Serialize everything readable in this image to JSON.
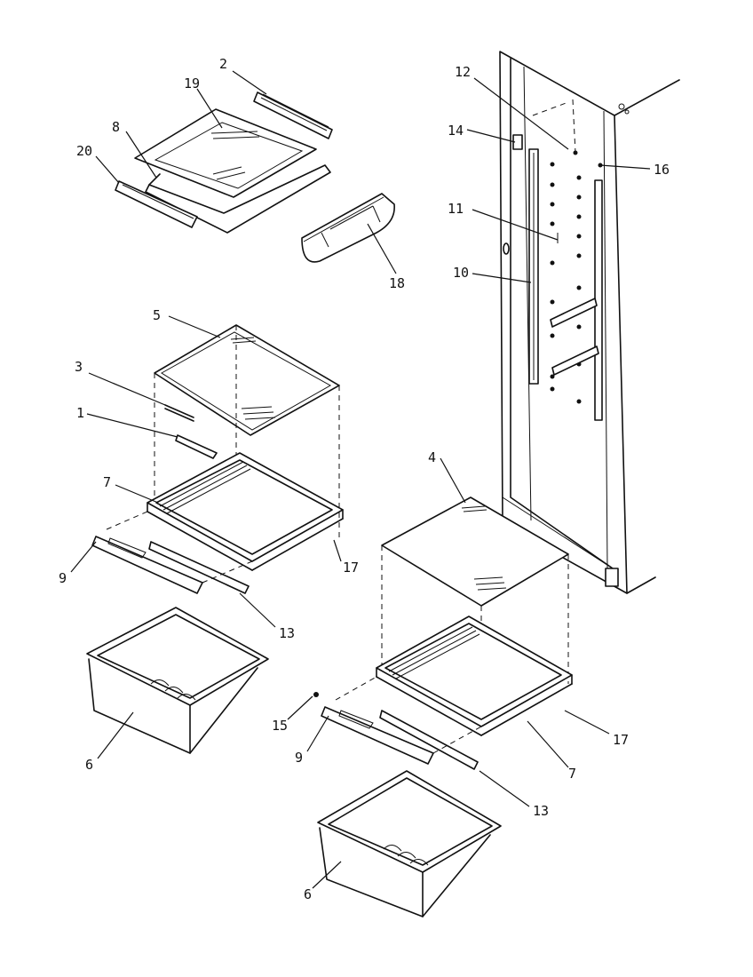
{
  "callouts": [
    {
      "id": "c2",
      "text": "2"
    },
    {
      "id": "c19",
      "text": "19"
    },
    {
      "id": "c8",
      "text": "8"
    },
    {
      "id": "c20",
      "text": "20"
    },
    {
      "id": "c18",
      "text": "18"
    },
    {
      "id": "c12",
      "text": "12"
    },
    {
      "id": "c14",
      "text": "14"
    },
    {
      "id": "c16",
      "text": "16"
    },
    {
      "id": "c11",
      "text": "11"
    },
    {
      "id": "c10",
      "text": "10"
    },
    {
      "id": "c5",
      "text": "5"
    },
    {
      "id": "c3",
      "text": "3"
    },
    {
      "id": "c1",
      "text": "1"
    },
    {
      "id": "c7a",
      "text": "7"
    },
    {
      "id": "c9a",
      "text": "9"
    },
    {
      "id": "c17a",
      "text": "17"
    },
    {
      "id": "c13a",
      "text": "13"
    },
    {
      "id": "c6a",
      "text": "6"
    },
    {
      "id": "c4",
      "text": "4"
    },
    {
      "id": "c15",
      "text": "15"
    },
    {
      "id": "c9b",
      "text": "9"
    },
    {
      "id": "c17b",
      "text": "17"
    },
    {
      "id": "c7b",
      "text": "7"
    },
    {
      "id": "c13b",
      "text": "13"
    },
    {
      "id": "c6b",
      "text": "6"
    }
  ]
}
